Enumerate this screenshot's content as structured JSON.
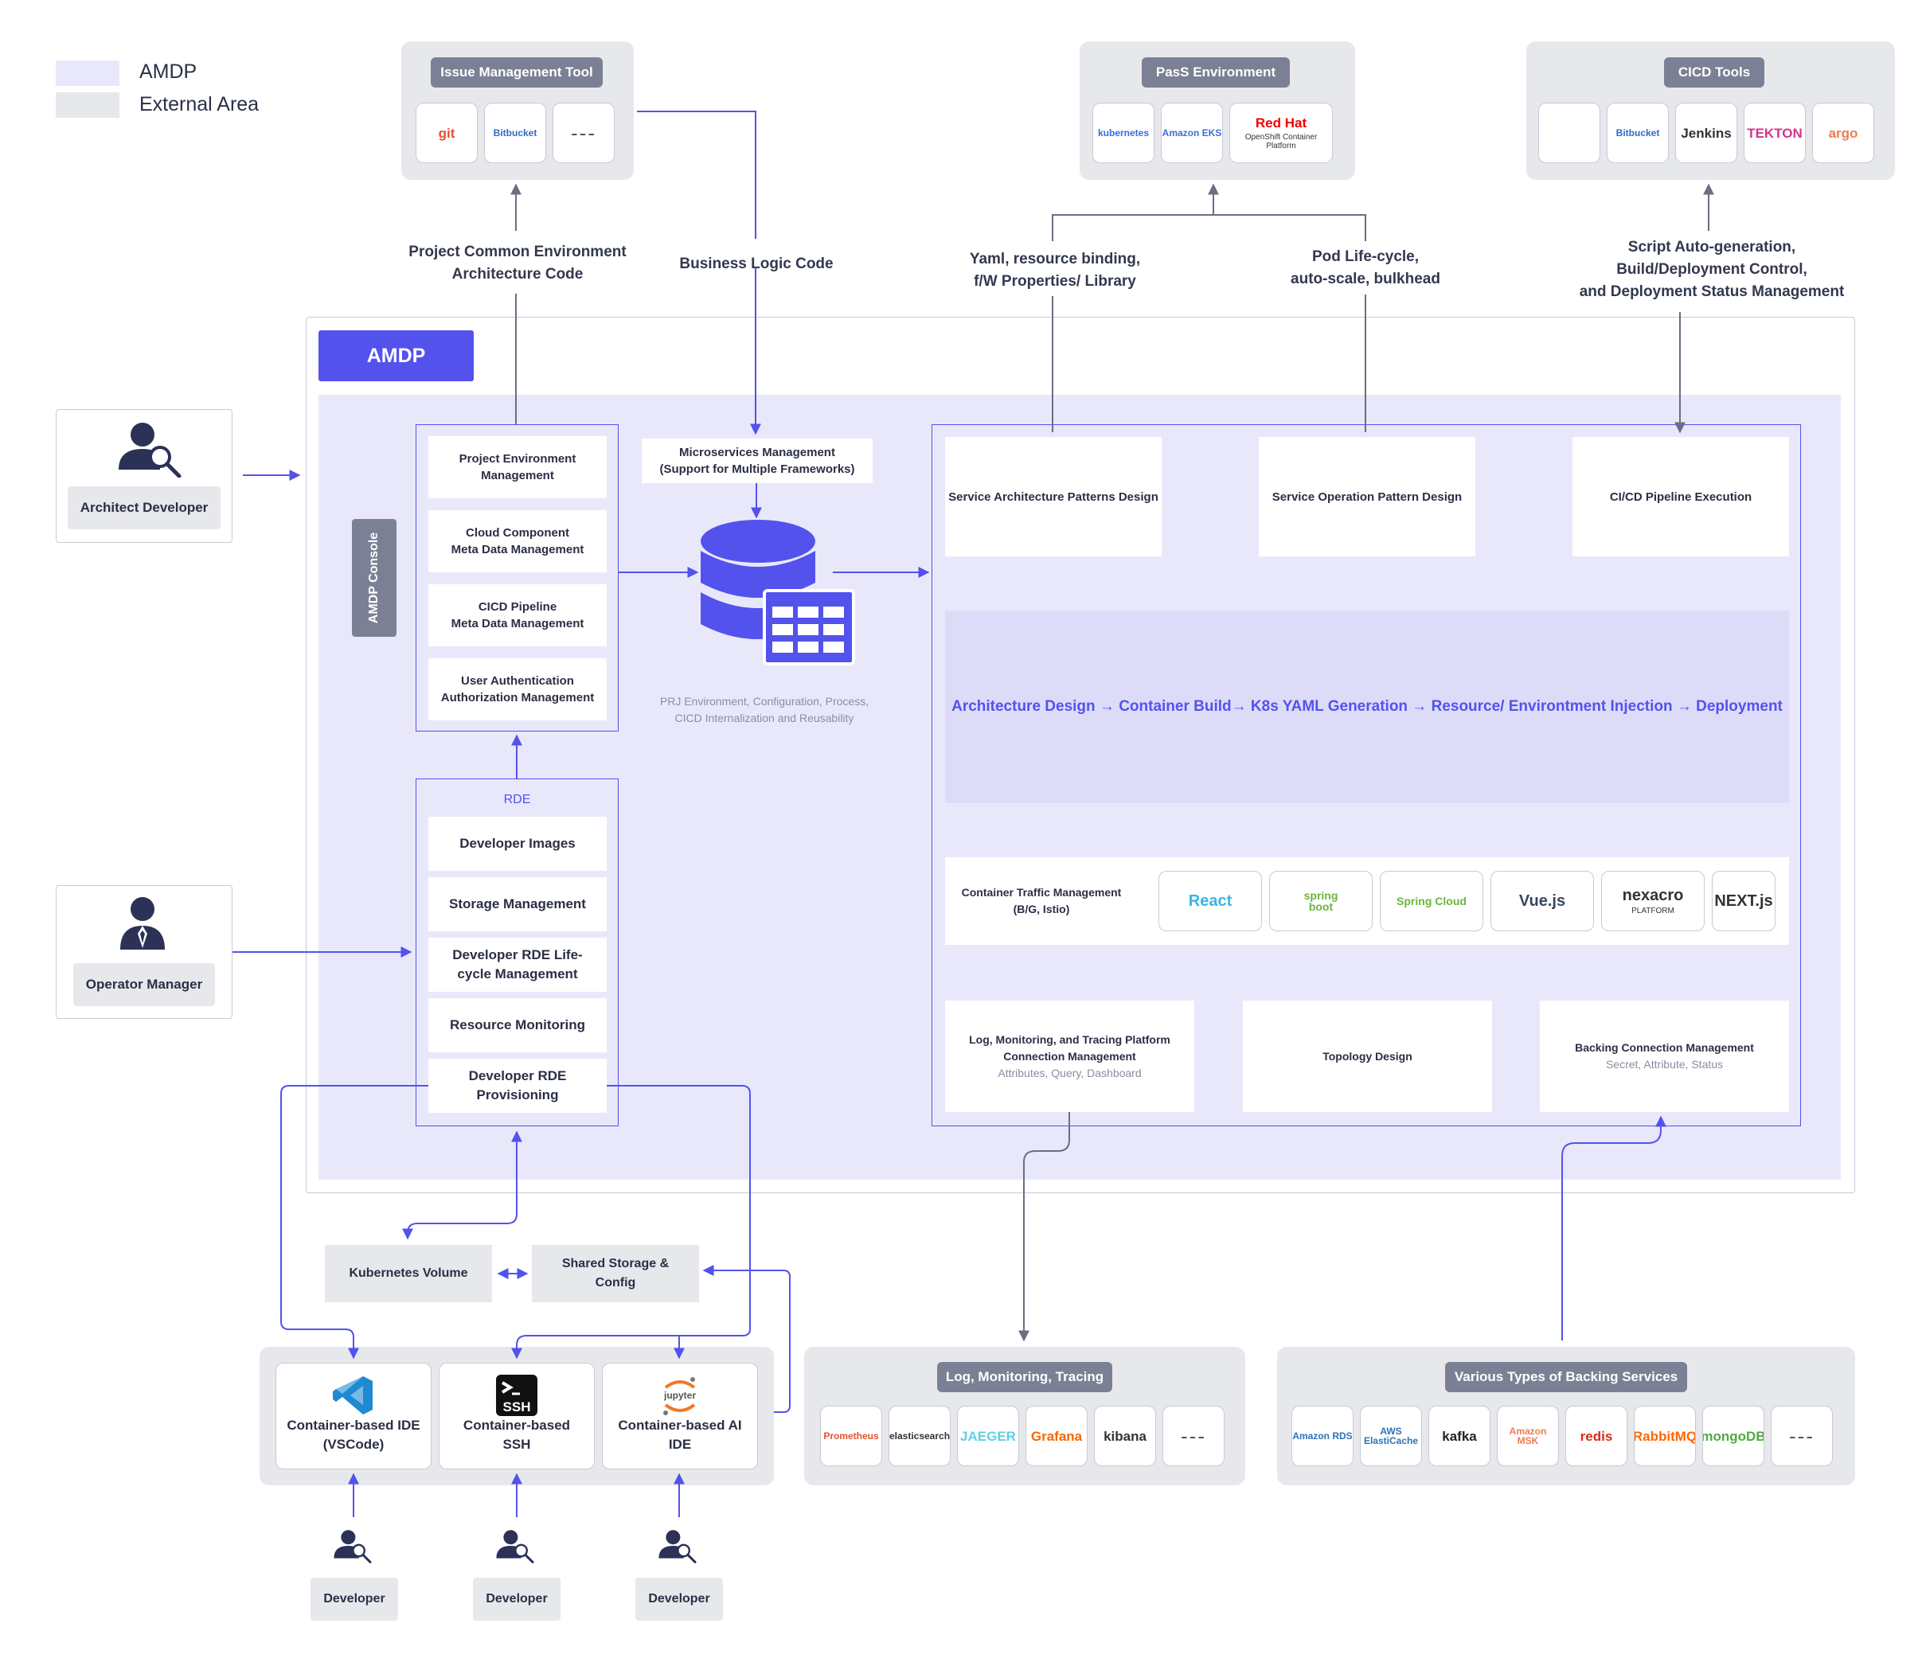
{
  "legend": {
    "amdp": "AMDP",
    "external": "External Area"
  },
  "colors": {
    "accent": "#5352ed",
    "amdp_bg": "#e9e8fb",
    "external_bg": "#e7e8ec",
    "line": "#5352ed",
    "grey_line": "#6a6e80"
  },
  "issue_tool": {
    "title": "Issue Management Tool",
    "logos": [
      {
        "name": "git",
        "label": "git",
        "icon": "git-icon"
      },
      {
        "name": "bitbucket",
        "label": "Bitbucket",
        "icon": "bitbucket-icon"
      },
      {
        "name": "more",
        "label": "---",
        "icon": "ellipsis-icon"
      }
    ]
  },
  "paas": {
    "title": "PasS Environment",
    "logos": [
      {
        "name": "kubernetes",
        "label": "kubernetes",
        "icon": "kubernetes-icon"
      },
      {
        "name": "eks",
        "label": "Amazon EKS",
        "icon": "eks-icon"
      },
      {
        "name": "redhat",
        "label": "Red Hat",
        "sub": "OpenShift Container Platform",
        "icon": "redhat-icon"
      }
    ]
  },
  "cicd_tools": {
    "title": "CICD Tools",
    "logos": [
      {
        "name": "harbor",
        "label": "",
        "icon": "harbor-icon"
      },
      {
        "name": "bitbucket",
        "label": "Bitbucket",
        "icon": "bitbucket-icon"
      },
      {
        "name": "jenkins",
        "label": "Jenkins",
        "icon": "jenkins-icon"
      },
      {
        "name": "tekton",
        "label": "TEKTON",
        "icon": "tekton-icon"
      },
      {
        "name": "argo",
        "label": "argo",
        "icon": "argo-icon"
      }
    ]
  },
  "annotations": {
    "project_common": "Project Common Environment\nArchitecture Code",
    "business_logic": "Business Logic Code",
    "yaml": "Yaml, resource binding,\nf/W Properties/ Library",
    "pod": "Pod Life-cycle,\nauto-scale, bulkhead",
    "script": "Script Auto-generation,\nBuild/Deployment Control,\nand Deployment Status Management"
  },
  "amdp": {
    "title": "AMDP",
    "console": "AMDP Console",
    "console_items": [
      "Project Environment\nManagement",
      "Cloud Component\nMeta Data Management",
      "CICD Pipeline\nMeta Data Management",
      "User Authentication\nAuthorization Management"
    ],
    "microservices": "Microservices Management\n(Support for Multiple Frameworks)",
    "db_caption": "PRJ Environment, Configuration, Process,\nCICD Internalization and Reusability",
    "rde": {
      "title": "RDE",
      "items": [
        "Developer Images",
        "Storage Management",
        "Developer RDE Life-\ncycle Management",
        "Resource Monitoring",
        "Developer RDE\nProvisioning"
      ]
    },
    "top_boxes": [
      "Service Architecture Patterns Design",
      "Service Operation Pattern Design",
      "CI/CD Pipeline Execution"
    ],
    "flow": "Architecture Design → Container Build→ K8s YAML Generation → Resource/ Environtment Injection → Deployment",
    "traffic": {
      "label": "Container Traffic Management\n(B/G, Istio)",
      "logos": [
        {
          "name": "react",
          "label": "React",
          "icon": "react-icon"
        },
        {
          "name": "spring-boot",
          "label": "spring\nboot",
          "icon": "spring-icon"
        },
        {
          "name": "spring-cloud",
          "label": "Spring Cloud",
          "icon": "spring-cloud-icon"
        },
        {
          "name": "vue",
          "label": "Vue.js",
          "icon": "vue-icon"
        },
        {
          "name": "nexacro",
          "label": "nexacro",
          "sub": "PLATFORM",
          "icon": "nexacro-icon"
        },
        {
          "name": "next",
          "label": "NEXT.js",
          "icon": "next-icon"
        }
      ]
    },
    "bottom_boxes": [
      {
        "title": "Log, Monitoring, and Tracing Platform\nConnection Management",
        "sub": "Attributes, Query, Dashboard"
      },
      {
        "title": "Topology Design",
        "sub": ""
      },
      {
        "title": "Backing Connection Management",
        "sub": "Secret, Attribute, Status"
      }
    ]
  },
  "roles": {
    "architect": "Architect Developer",
    "operator": "Operator Manager"
  },
  "storage": {
    "k8s_volume": "Kubernetes Volume",
    "shared": "Shared Storage &\nConfig"
  },
  "ides": [
    {
      "label": "Container-based IDE\n(VSCode)",
      "icon": "vscode-icon"
    },
    {
      "label": "Container-based\nSSH",
      "icon": "ssh-icon"
    },
    {
      "label": "Container-based AI\nIDE",
      "icon": "jupyter-icon"
    }
  ],
  "developers": [
    "Developer",
    "Developer",
    "Developer"
  ],
  "log_panel": {
    "title": "Log, Monitoring, Tracing",
    "logos": [
      {
        "name": "prometheus",
        "label": "Prometheus",
        "icon": "prometheus-icon"
      },
      {
        "name": "elasticsearch",
        "label": "elasticsearch",
        "icon": "elasticsearch-icon"
      },
      {
        "name": "jaeger",
        "label": "JAEGER",
        "icon": "jaeger-icon"
      },
      {
        "name": "grafana",
        "label": "Grafana",
        "icon": "grafana-icon"
      },
      {
        "name": "kibana",
        "label": "kibana",
        "icon": "kibana-icon"
      },
      {
        "name": "more",
        "label": "---",
        "icon": "ellipsis-icon"
      }
    ]
  },
  "backing_panel": {
    "title": "Various Types of Backing Services",
    "logos": [
      {
        "name": "rds",
        "label": "Amazon RDS",
        "icon": "rds-icon"
      },
      {
        "name": "elasticache",
        "label": "AWS\nElastiCache",
        "icon": "elasticache-icon"
      },
      {
        "name": "kafka",
        "label": "kafka",
        "icon": "kafka-icon"
      },
      {
        "name": "msk",
        "label": "Amazon MSK",
        "icon": "msk-icon"
      },
      {
        "name": "redis",
        "label": "redis",
        "icon": "redis-icon"
      },
      {
        "name": "rabbitmq",
        "label": "RabbitMQ",
        "icon": "rabbitmq-icon"
      },
      {
        "name": "mongodb",
        "label": "mongoDB",
        "icon": "mongodb-icon"
      },
      {
        "name": "more",
        "label": "---",
        "icon": "ellipsis-icon"
      }
    ]
  }
}
